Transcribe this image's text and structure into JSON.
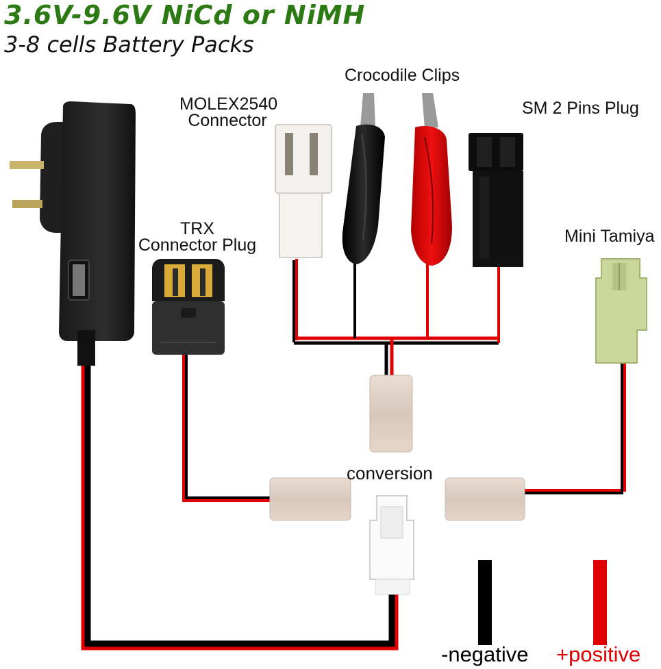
{
  "title": {
    "line1": "3.6V-9.6V NiCd or NiMH",
    "line2": "3-8 cells Battery Packs",
    "line1_color": "#2b7a14"
  },
  "labels": {
    "crocodile": "Crocodile Clips",
    "molex_line1": "MOLEX2540",
    "molex_line2": "Connector",
    "sm": "SM 2 Pins Plug",
    "trx_line1": "TRX",
    "trx_line2": "Connector Plug",
    "mini_tamiya": "Mini Tamiya",
    "conversion": "conversion"
  },
  "legend": {
    "negative": "-negative",
    "positive": "+positive",
    "negative_color": "#000000",
    "positive_color": "#e00000"
  }
}
